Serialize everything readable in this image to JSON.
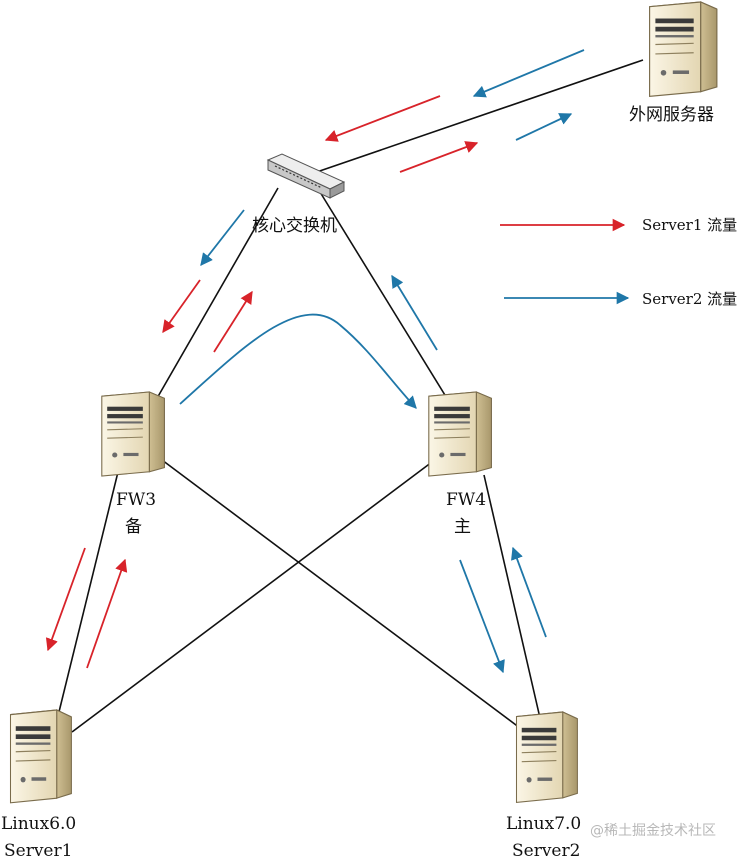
{
  "nodes": {
    "external_server": {
      "label": "外网服务器"
    },
    "core_switch": {
      "label": "核心交换机"
    },
    "fw3": {
      "name": "FW3",
      "role": "备"
    },
    "fw4": {
      "name": "FW4",
      "role": "主"
    },
    "server1": {
      "os": "Linux6.0",
      "name": "Server1"
    },
    "server2": {
      "os": "Linux7.0",
      "name": "Server2"
    }
  },
  "legend": [
    {
      "label": "Server1 流量",
      "color": "#d8232a"
    },
    {
      "label": "Server2 流量",
      "color": "#1f77a8"
    }
  ],
  "colors": {
    "server1_flow": "#d8232a",
    "server2_flow": "#1f77a8"
  },
  "watermark": "@稀土掘金技术社区"
}
